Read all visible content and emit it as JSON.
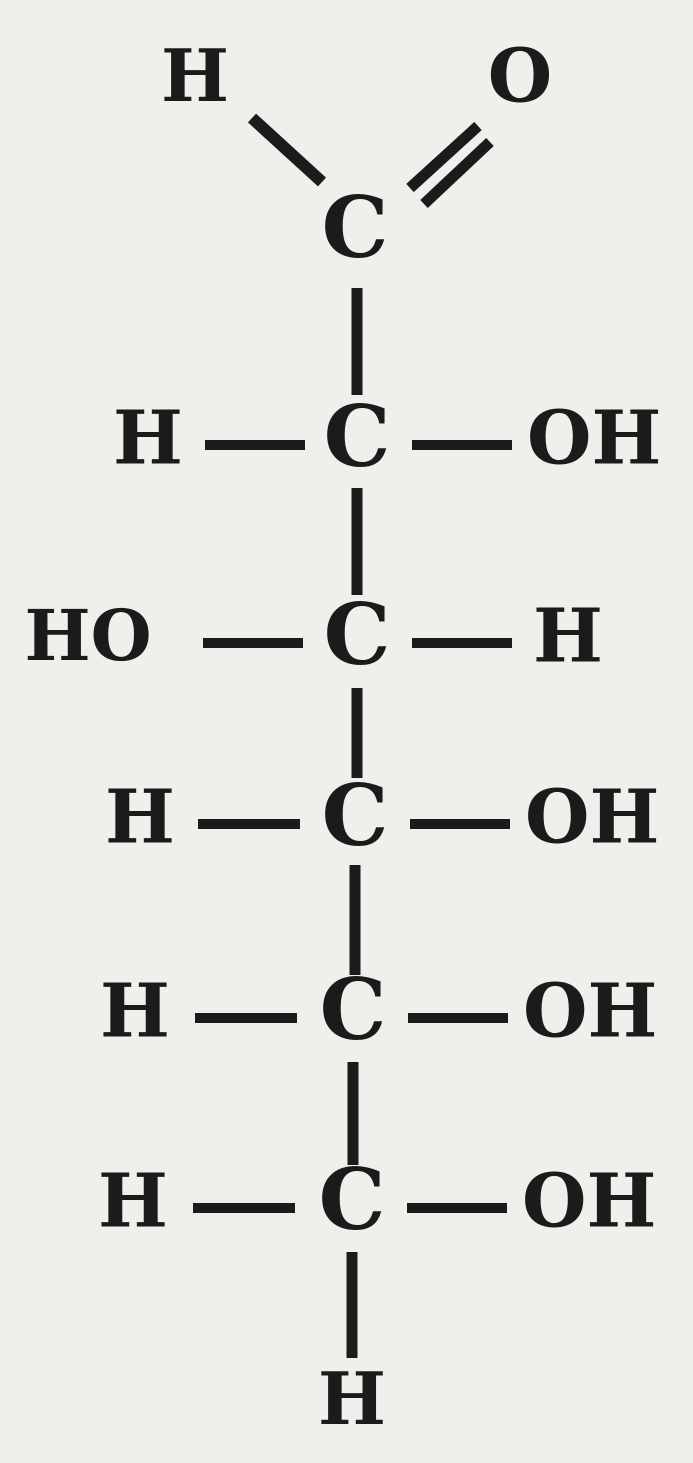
{
  "molecule": {
    "aldehyde": {
      "hydrogen": "H",
      "carbon": "C",
      "oxygen": "O"
    },
    "rows": [
      {
        "left": "H",
        "carbon": "C",
        "right": "OH"
      },
      {
        "left": "HO",
        "carbon": "C",
        "right": "H"
      },
      {
        "left": "H",
        "carbon": "C",
        "right": "OH"
      },
      {
        "left": "H",
        "carbon": "C",
        "right": "OH"
      },
      {
        "left": "H",
        "carbon": "C",
        "right": "OH"
      }
    ],
    "bottom_hydrogen": "H"
  },
  "colors": {
    "ink": "#1b1b1b",
    "paper": "#f1efeb"
  }
}
